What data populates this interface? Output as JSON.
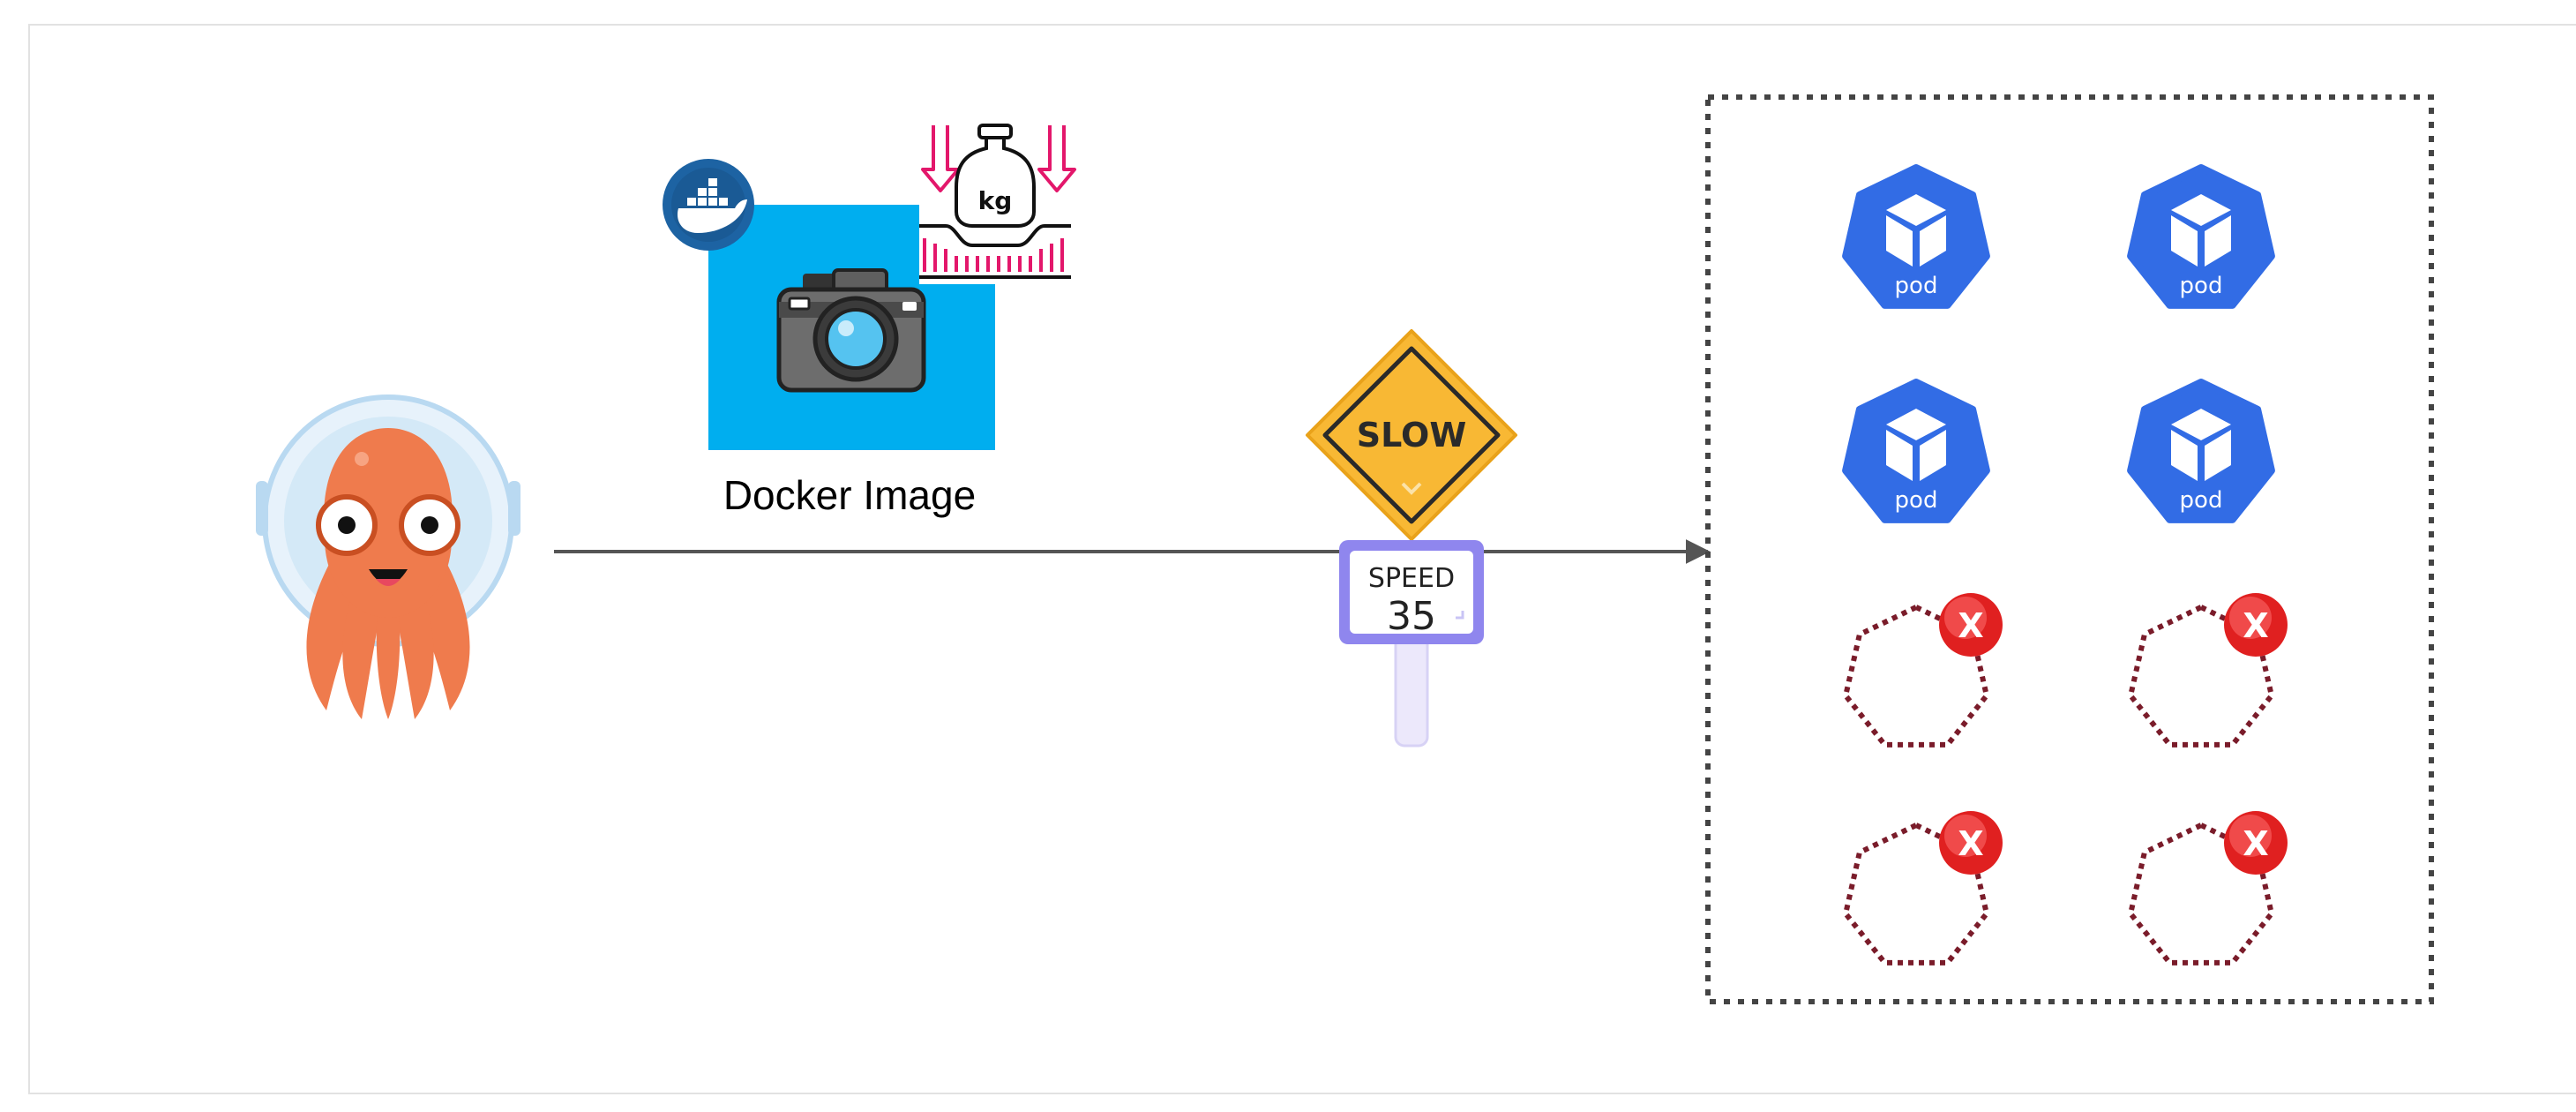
{
  "diagram": {
    "source": {
      "icon": "argo-octopus-icon"
    },
    "image_block": {
      "label": "Docker Image",
      "icons": [
        "docker-whale-icon",
        "camera-icon",
        "weight-kg-icon"
      ],
      "weight_text": "kg",
      "colors": {
        "block": "#00aeef",
        "arrows": "#e3176b"
      }
    },
    "sign": {
      "slow_text": "SLOW",
      "speed_text": "SPEED",
      "speed_value": "35",
      "colors": {
        "diamond": "#f8b834",
        "plate": "#8f86ee"
      }
    },
    "cluster": {
      "pod_label": "pod",
      "healthy_pods": 4,
      "failed_pods": 4,
      "failed_marker": "X",
      "colors": {
        "pod": "#326ce5",
        "failed_outline": "#7a1c2a",
        "error": "#e02020"
      }
    },
    "connector": {
      "color": "#555555"
    }
  }
}
